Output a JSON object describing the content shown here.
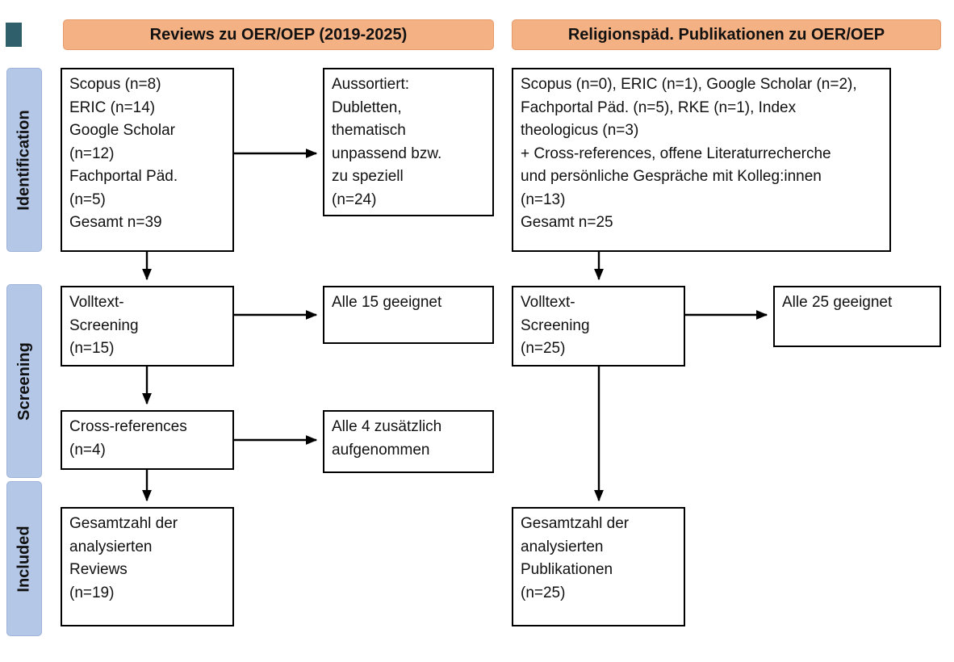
{
  "headers": {
    "left": "Reviews zu OER/OEP (2019-2025)",
    "right": "Religionspäd. Publikationen zu OER/OEP"
  },
  "stages": {
    "identification": "Identification",
    "screening": "Screening",
    "included": "Included"
  },
  "left_column": {
    "sources": "Scopus (n=8)\nERIC (n=14)\nGoogle Scholar\n(n=12)\nFachportal Päd.\n(n=5)\nGesamt n=39",
    "excluded": "Aussortiert:\nDubletten,\nthematisch\nunpassend bzw.\nzu speziell\n(n=24)",
    "fulltext_screening": "Volltext-\nScreening\n(n=15)",
    "fulltext_result": "Alle 15 geeignet",
    "cross_references": "Cross-references\n(n=4)",
    "cross_references_result": "Alle 4 zusätzlich\naufgenommen",
    "total": "Gesamtzahl der\nanalysierten\nReviews\n(n=19)"
  },
  "right_column": {
    "sources": "Scopus (n=0), ERIC (n=1), Google Scholar (n=2),\nFachportal Päd. (n=5), RKE (n=1), Index\ntheologicus (n=3)\n+ Cross-references, offene Literaturrecherche\nund persönliche Gespräche mit Kolleg:innen\n(n=13)\nGesamt n=25",
    "fulltext_screening": "Volltext-\nScreening\n(n=25)",
    "fulltext_result": "Alle 25 geeignet",
    "total": "Gesamtzahl der\nanalysierten\nPublikationen\n(n=25)"
  },
  "colors": {
    "header_bg": "#F4B183",
    "stage_bg": "#B4C7E7",
    "box_border": "#000000",
    "arrow": "#000000"
  }
}
